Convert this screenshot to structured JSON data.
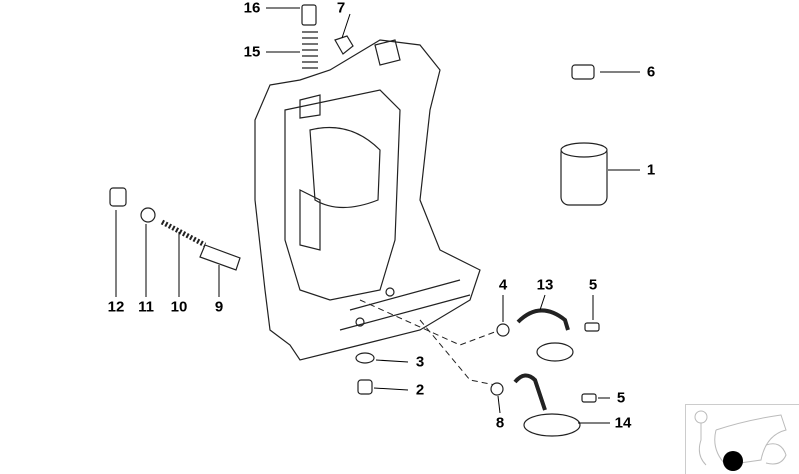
{
  "diagram": {
    "title": "Oil filter / crankcase parts diagram",
    "callouts": [
      {
        "id": "c16",
        "text": "16"
      },
      {
        "id": "c7",
        "text": "7"
      },
      {
        "id": "c15",
        "text": "15"
      },
      {
        "id": "c6",
        "text": "6"
      },
      {
        "id": "c1",
        "text": "1"
      },
      {
        "id": "c12",
        "text": "12"
      },
      {
        "id": "c11",
        "text": "11"
      },
      {
        "id": "c10",
        "text": "10"
      },
      {
        "id": "c9",
        "text": "9"
      },
      {
        "id": "c4",
        "text": "4"
      },
      {
        "id": "c13",
        "text": "13"
      },
      {
        "id": "c5a",
        "text": "5"
      },
      {
        "id": "c3",
        "text": "3"
      },
      {
        "id": "c2",
        "text": "2"
      },
      {
        "id": "c5b",
        "text": "5"
      },
      {
        "id": "c8",
        "text": "8"
      },
      {
        "id": "c14",
        "text": "14"
      }
    ],
    "colors": {
      "line": "#000000",
      "part": "#333333",
      "thumb_dot": "#000000"
    }
  }
}
